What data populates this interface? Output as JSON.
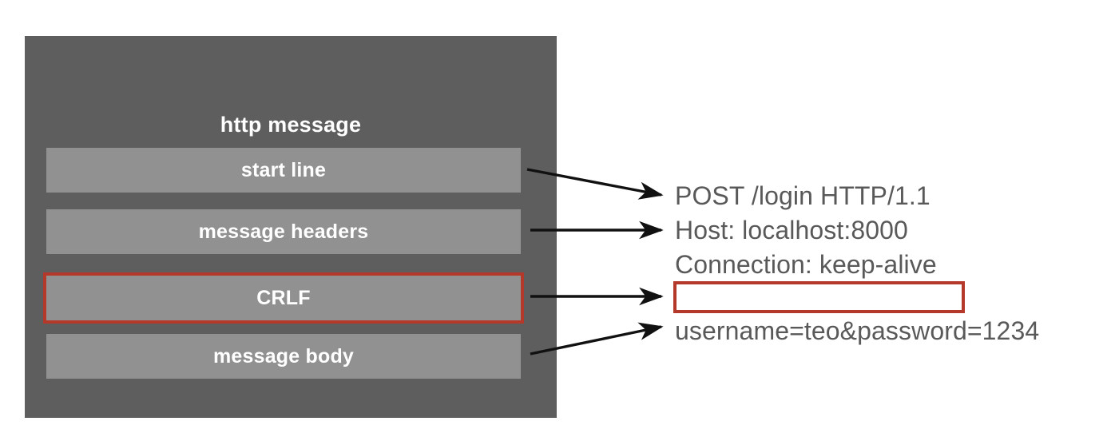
{
  "diagram": {
    "title": "http message",
    "panel_color": "#5e5e5e",
    "segment_color": "#919191",
    "highlight_color": "#b5392a",
    "text_color": "#595959",
    "segments": [
      {
        "label": "start line",
        "highlighted": false
      },
      {
        "label": "message headers",
        "highlighted": false
      },
      {
        "label": "CRLF",
        "highlighted": true
      },
      {
        "label": "message body",
        "highlighted": false
      }
    ],
    "raw_message": {
      "lines": [
        "POST /login HTTP/1.1",
        "Host: localhost:8000",
        "Connection: keep-alive",
        "",
        "username=teo&password=1234"
      ],
      "blank_line_highlighted": true
    },
    "connectors": [
      {
        "from": "start line",
        "to": "POST /login HTTP/1.1"
      },
      {
        "from": "message headers",
        "to": "Host: localhost:8000"
      },
      {
        "from": "CRLF",
        "to": "blank line"
      },
      {
        "from": "message body",
        "to": "username=teo&password=1234"
      }
    ]
  }
}
